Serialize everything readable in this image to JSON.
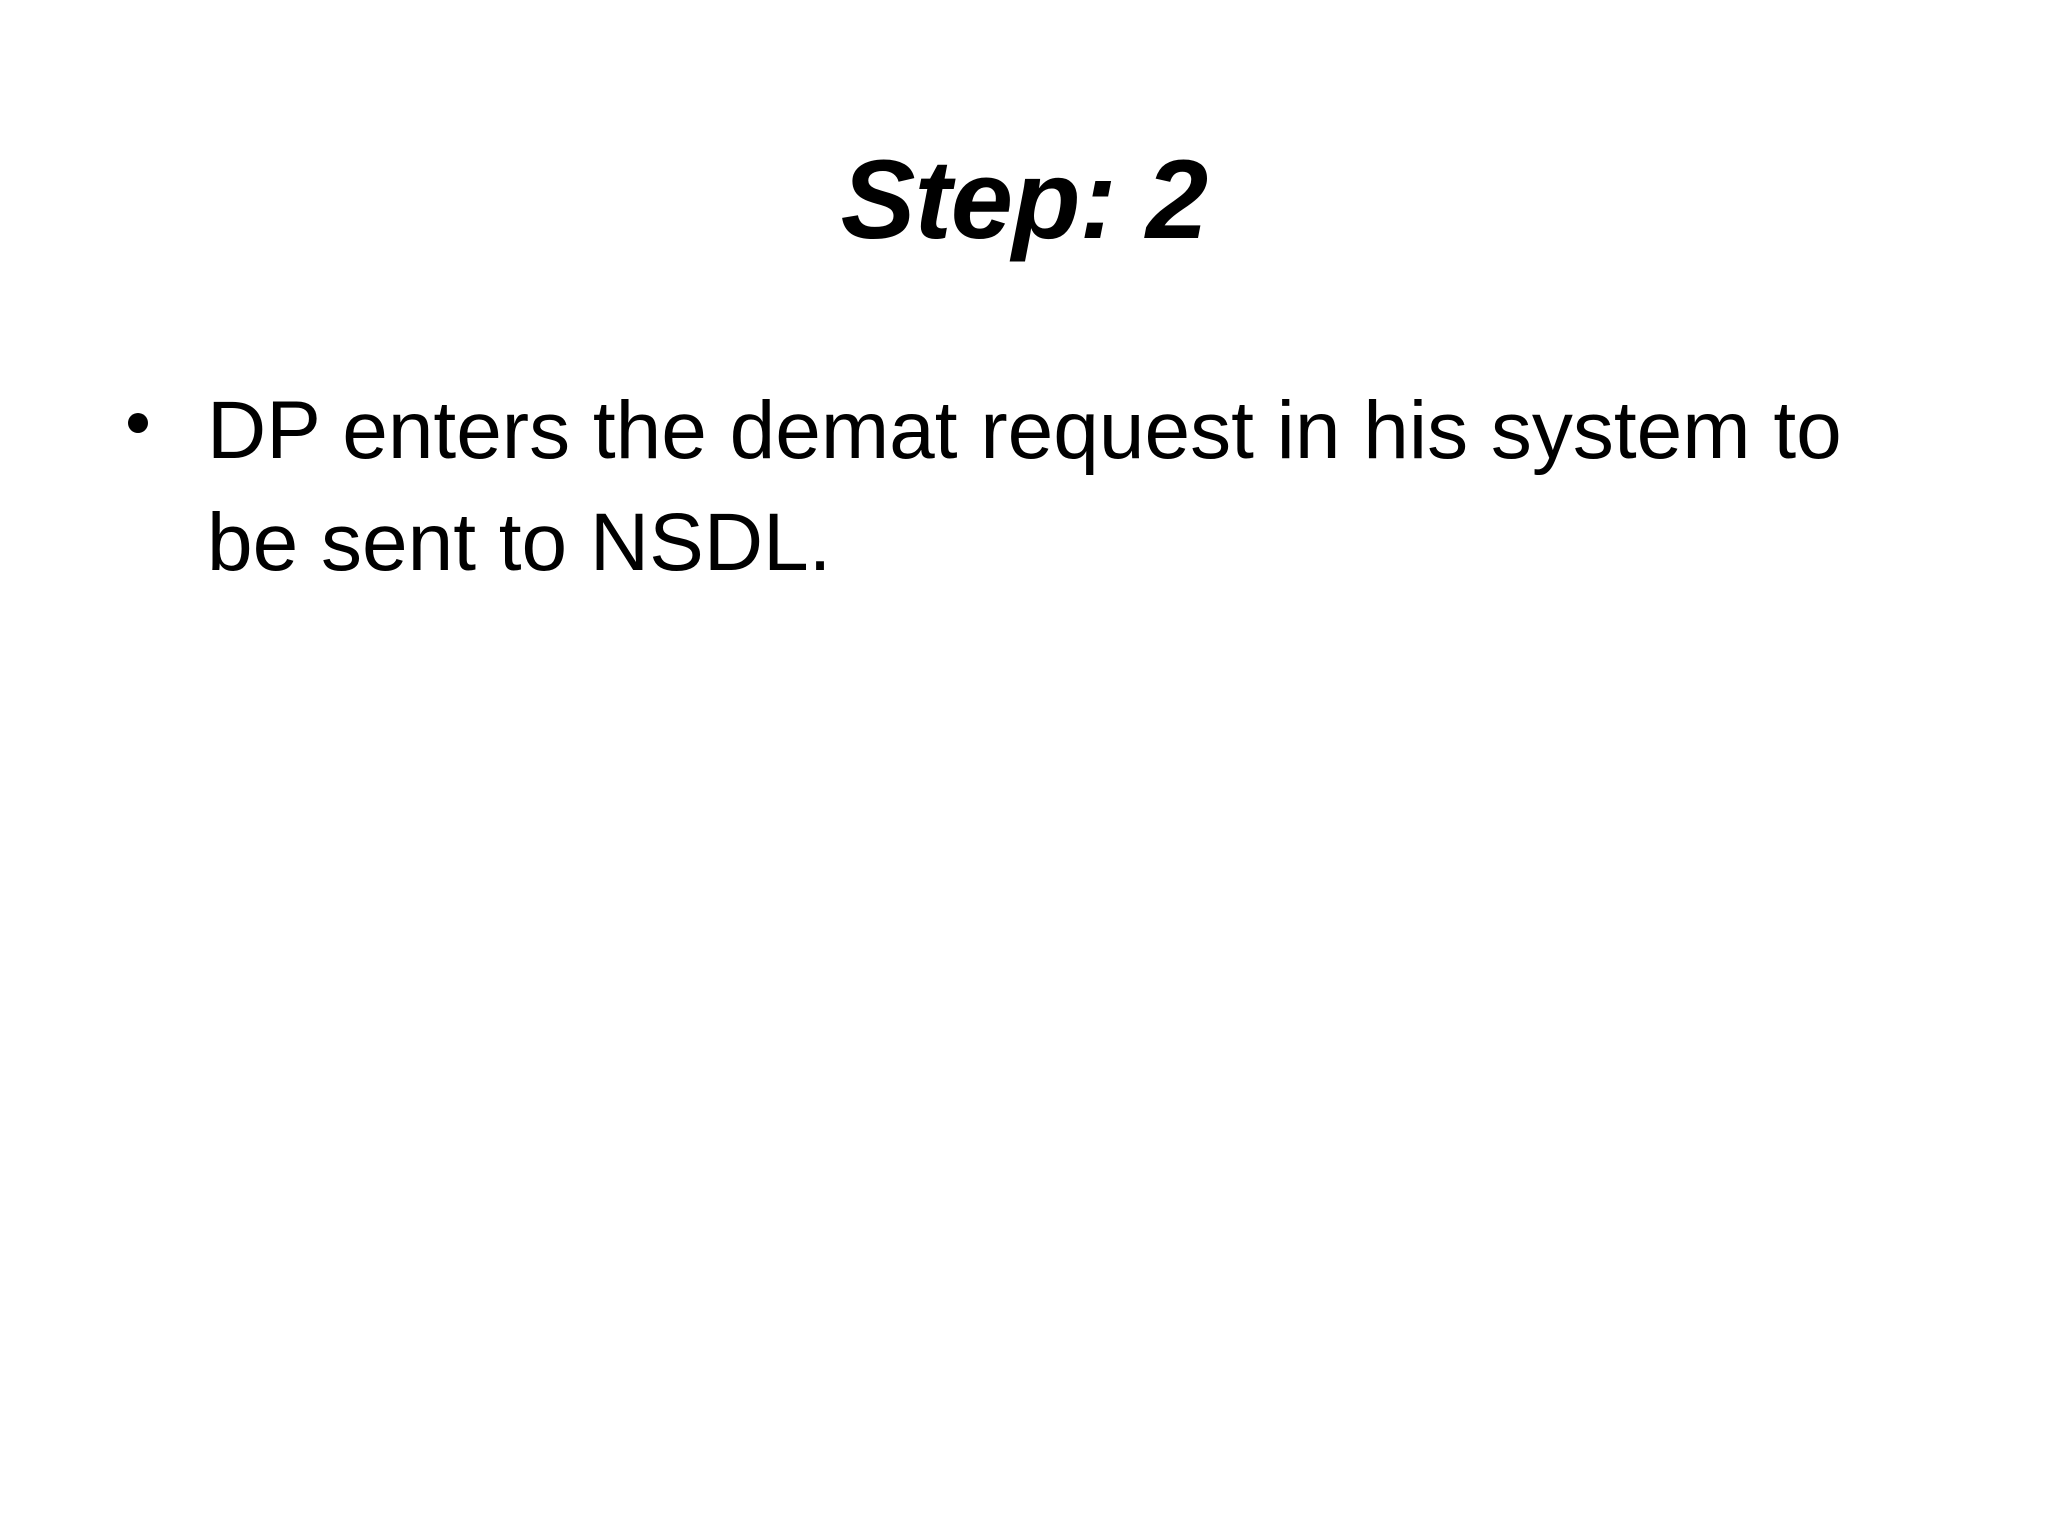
{
  "slide": {
    "title": "Step: 2",
    "bullet": {
      "text": "DP enters the demat request in his system to be sent to NSDL.",
      "lines": [
        "DP enters the demat request in his system to",
        "be sent to NSDL."
      ]
    },
    "colors": {
      "background": "#ffffff",
      "text": "#000000"
    }
  }
}
